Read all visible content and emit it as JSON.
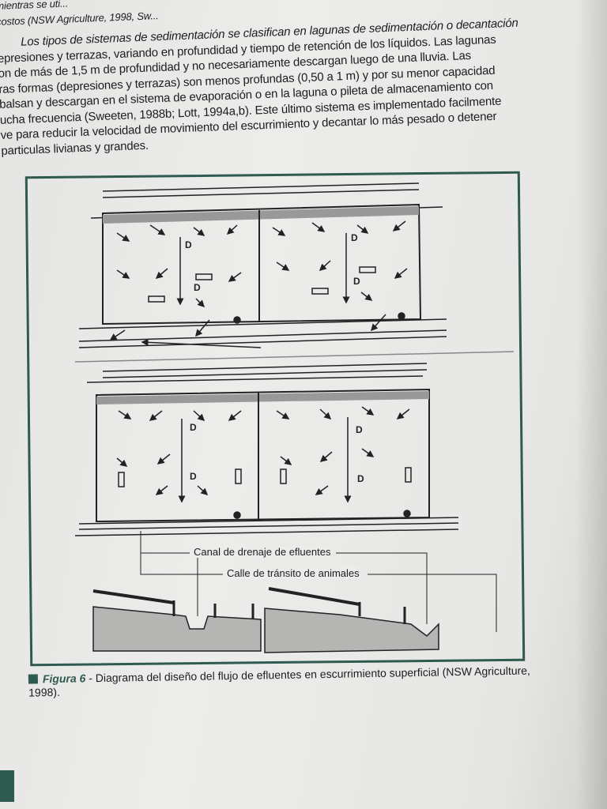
{
  "top_lines": [
    "mientras se uti...",
    "costos (NSW Agriculture, 1998, Sw..."
  ],
  "paragraph": [
    "Los tipos de sistemas de sedimentación se clasifican en lagunas de sedimentación o decantación",
    "epresiones y terrazas,  variando en profundidad y tiempo de retención de los líquidos. Las lagunas",
    "on de más de 1,5 m de profundidad y no necesariamente descargan luego de una lluvia. Las",
    "ras formas (depresiones y terrazas) son menos profundas (0,50 a 1 m) y por su menor capacidad",
    "balsan y descargan en el sistema de evaporación o en la laguna o pileta de almacenamiento con",
    "ucha frecuencia (Sweeten, 1988b; Lott, 1994a,b).  Este último sistema es implementado facilmente",
    "ve para reducir la velocidad de movimiento del escurrimiento y decantar lo más pesado o detener",
    "particulas livianas y grandes."
  ],
  "diagram": {
    "drain_marker": "D",
    "label_canal": "Canal de drenaje de efluentes",
    "label_calle": "Calle de tránsito de animales"
  },
  "caption": {
    "figure_label": "Figura 6",
    "text": " - Diagrama del diseño del flujo de efluentes en escurrimiento superficial (NSW Agriculture, 1998)."
  },
  "colors": {
    "accent": "#2f5a50"
  }
}
